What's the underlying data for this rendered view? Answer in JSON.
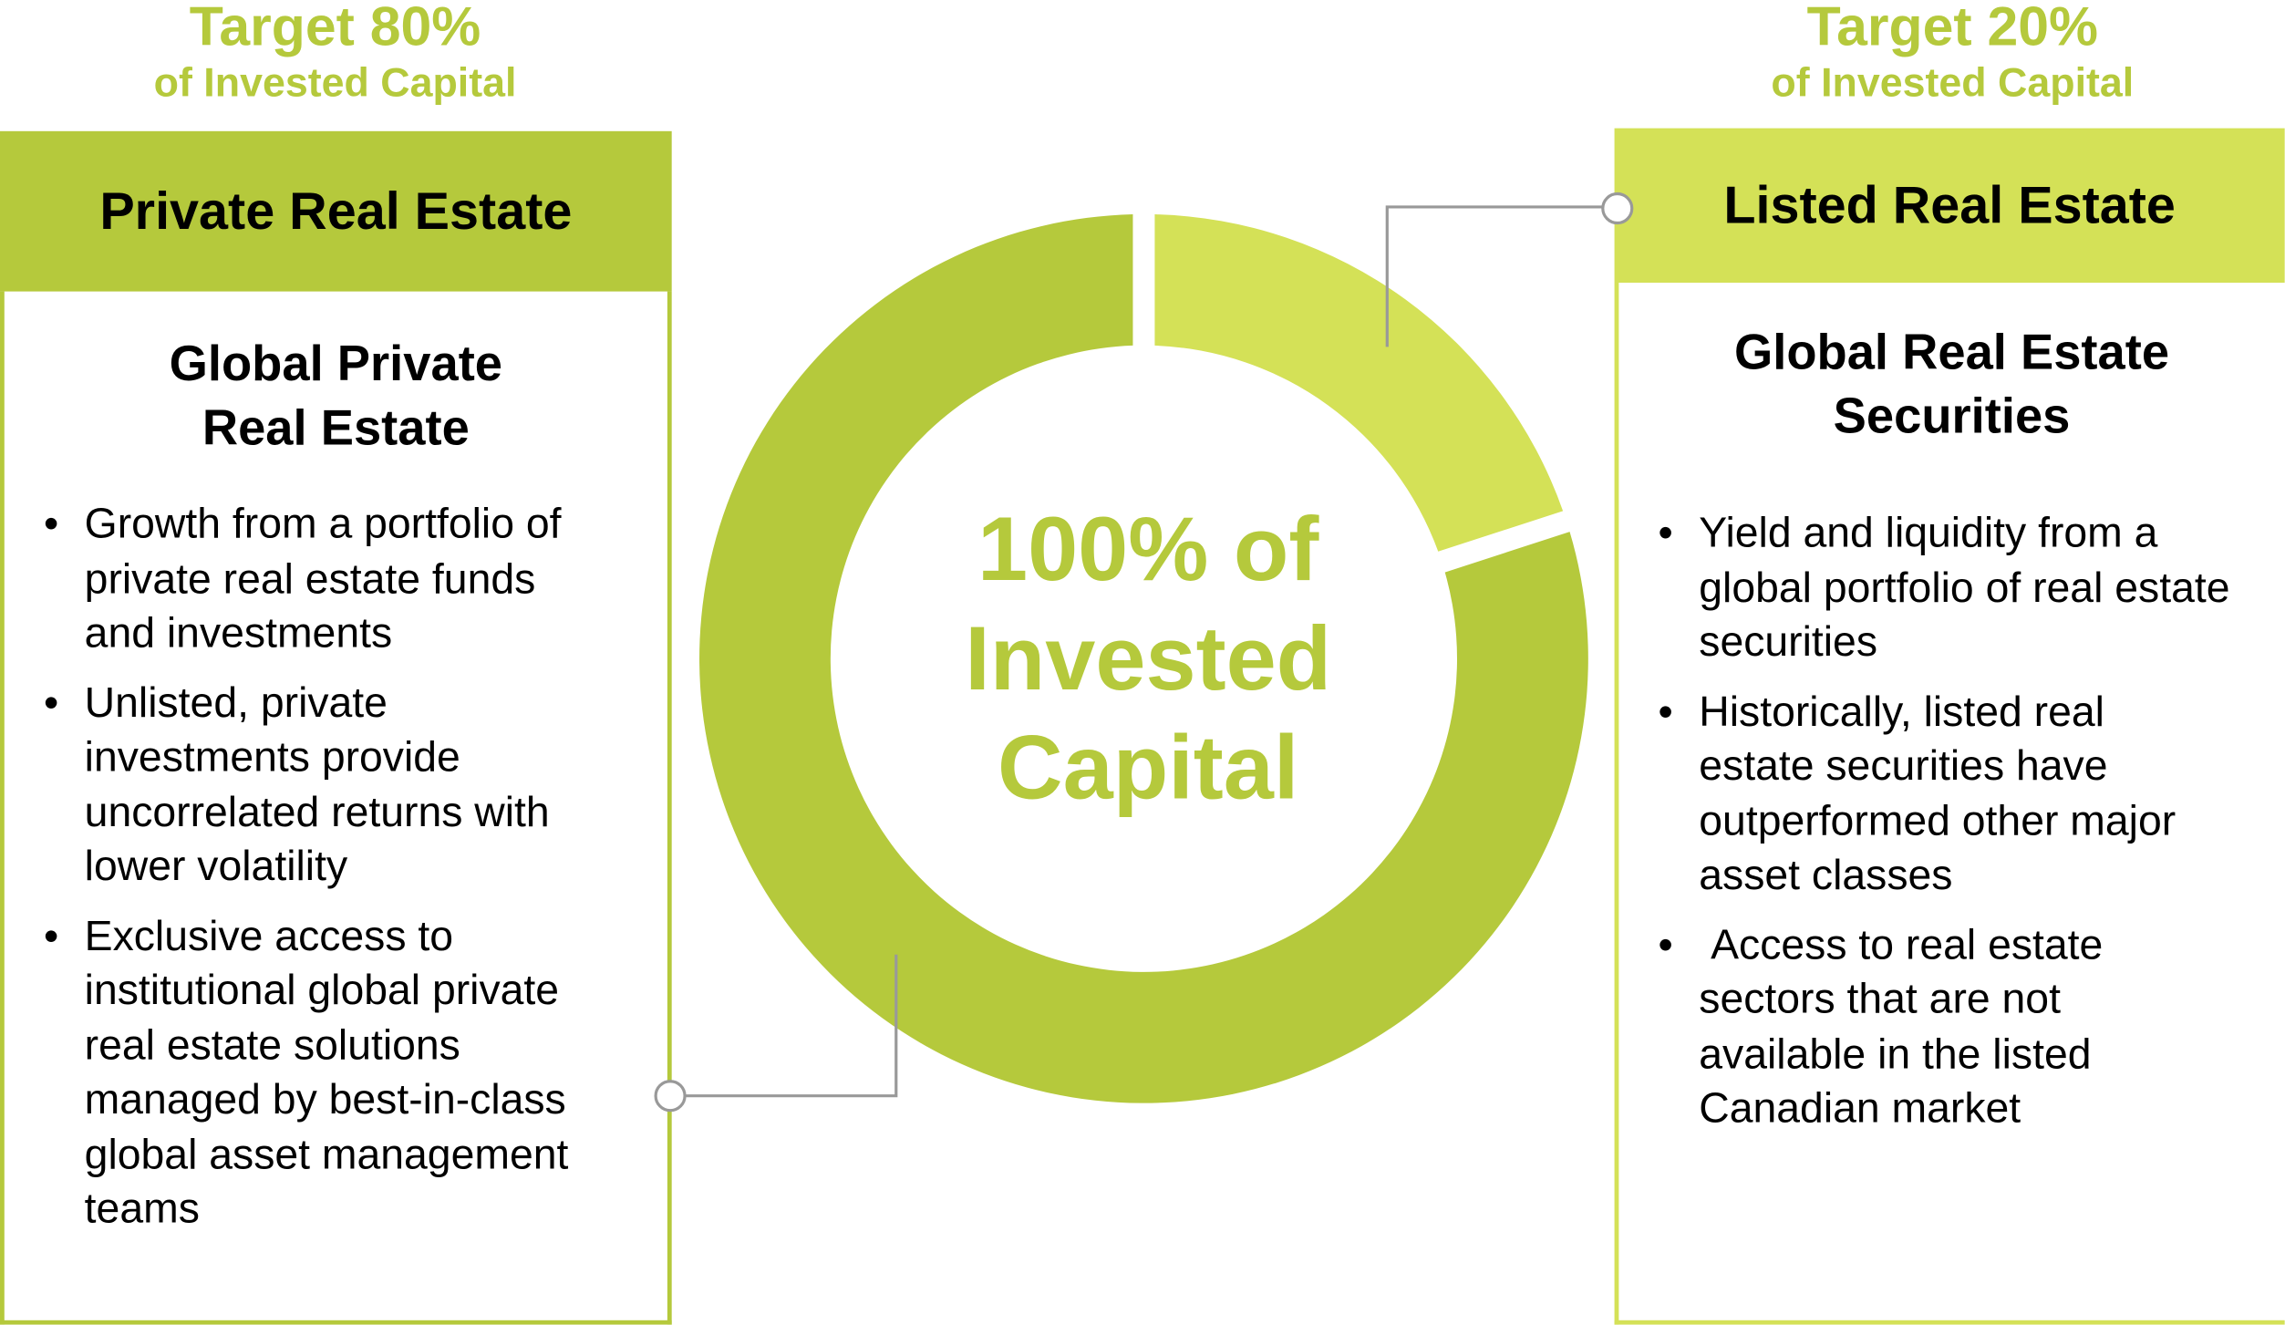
{
  "left": {
    "target_pct": "Target 80%",
    "target_sub": "of Invested Capital",
    "header": "Private Real Estate",
    "title": "Global Private Real Estate",
    "bullets": [
      "Growth from a portfolio of private real estate funds and investments",
      "Unlisted, private investments provide uncorrelated returns with lower volatility",
      "Exclusive access to institutional global private real estate solutions managed by best-in-class global asset management teams"
    ]
  },
  "right": {
    "target_pct": "Target 20%",
    "target_sub": "of Invested Capital",
    "header": "Listed Real Estate",
    "title": "Global Real Estate Securities",
    "bullets": [
      "Yield and liquidity from a global portfolio of real estate securities",
      "Historically, listed real estate securities have outperformed other major asset classes",
      " Access to real estate sectors that are not available in the listed Canadian market"
    ]
  },
  "center_text": "100% of Invested Capital",
  "bullet_char": "•",
  "chart_data": {
    "type": "pie",
    "categories": [
      "Listed Real Estate",
      "Private Real Estate"
    ],
    "values": [
      20,
      80
    ],
    "colors": [
      "#d4e157",
      "#b5c93c"
    ]
  },
  "colors": {
    "accent_dark": "#b5c93c",
    "accent_light": "#d4e157",
    "connector": "#999999"
  }
}
